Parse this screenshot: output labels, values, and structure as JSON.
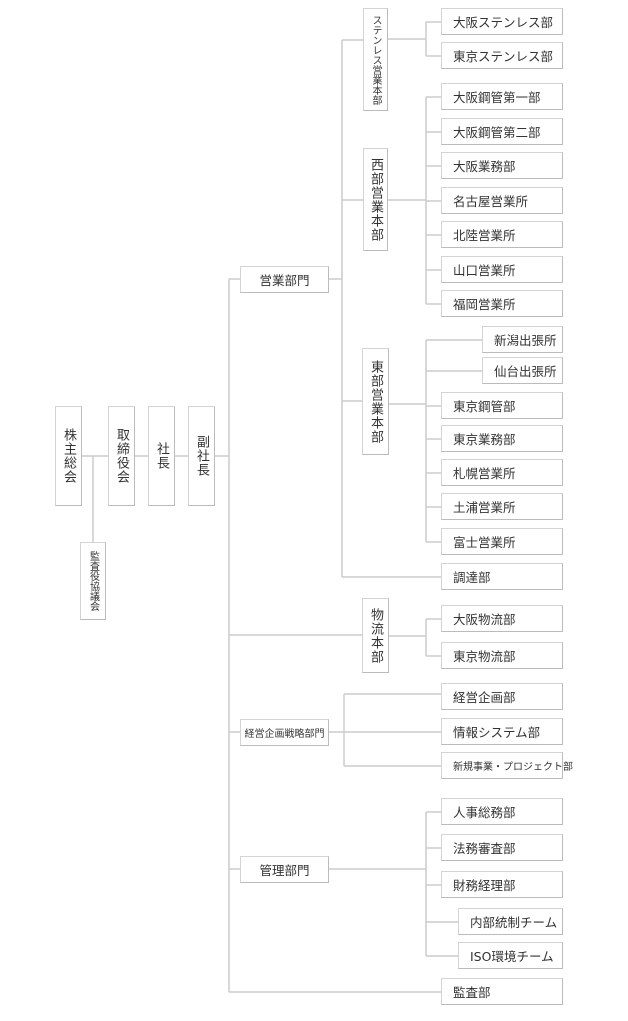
{
  "top": {
    "shareholders": "株主総会",
    "auditors": "監査役協議会",
    "board": "取締役会",
    "president": "社長",
    "vice_president": "副社長"
  },
  "sales": {
    "label": "営業部門",
    "stainless": {
      "label": "ステンレス営業本部",
      "items": [
        "大阪ステンレス部",
        "東京ステンレス部"
      ]
    },
    "west": {
      "label": "西部営業本部",
      "items": [
        "大阪鋼管第一部",
        "大阪鋼管第二部",
        "大阪業務部",
        "名古屋営業所",
        "北陸営業所",
        "山口営業所",
        "福岡営業所"
      ]
    },
    "east": {
      "label": "東部営業本部",
      "sub_offices": [
        "新潟出張所",
        "仙台出張所"
      ],
      "items": [
        "東京鋼管部",
        "東京業務部",
        "札幌営業所",
        "土浦営業所",
        "富士営業所"
      ]
    },
    "procurement": "調達部"
  },
  "logistics": {
    "label": "物流本部",
    "items": [
      "大阪物流部",
      "東京物流部"
    ]
  },
  "planning": {
    "label": "経営企画戦略部門",
    "items": [
      "経営企画部",
      "情報システム部",
      "新規事業・プロジェクト部"
    ]
  },
  "admin": {
    "label": "管理部門",
    "items": [
      "人事総務部",
      "法務審査部",
      "財務経理部"
    ],
    "teams": [
      "内部統制チーム",
      "ISO環境チーム"
    ]
  },
  "audit": "監査部"
}
